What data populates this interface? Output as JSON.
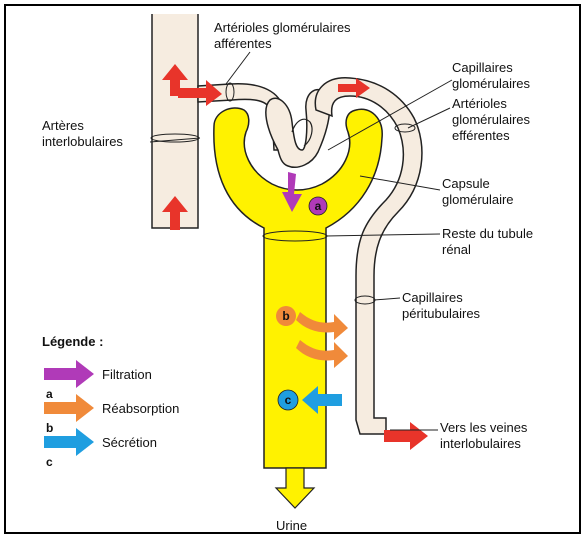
{
  "labels": {
    "arterioles_afferentes_1": "Artérioles glomérulaires",
    "arterioles_afferentes_2": "afférentes",
    "arteres_1": "Artères",
    "arteres_2": "interlobulaires",
    "capillaires_glom_1": "Capillaires",
    "capillaires_glom_2": "glomérulaires",
    "arterioles_efferentes_1": "Artérioles",
    "arterioles_efferentes_2": "glomérulaires",
    "arterioles_efferentes_3": "efférentes",
    "capsule_1": "Capsule",
    "capsule_2": "glomérulaire",
    "tubule_1": "Reste du tubule",
    "tubule_2": "rénal",
    "peritub_1": "Capillaires",
    "peritub_2": "péritubulaires",
    "veines_1": "Vers les veines",
    "veines_2": "interlobulaires",
    "urine": "Urine"
  },
  "legend": {
    "title": "Légende :",
    "items": [
      {
        "letter": "a",
        "label": "Filtration",
        "color": "#b03ab8"
      },
      {
        "letter": "b",
        "label": "Réabsorption",
        "color": "#f08a3a"
      },
      {
        "letter": "c",
        "label": "Sécrétion",
        "color": "#1f9ee0"
      }
    ]
  },
  "markers": {
    "a": "a",
    "b": "b",
    "c": "c"
  },
  "colors": {
    "tubule": "#fff200",
    "vessel_fill": "#f6ece0",
    "artery_arrow": "#e8342a",
    "outline": "#222222"
  }
}
